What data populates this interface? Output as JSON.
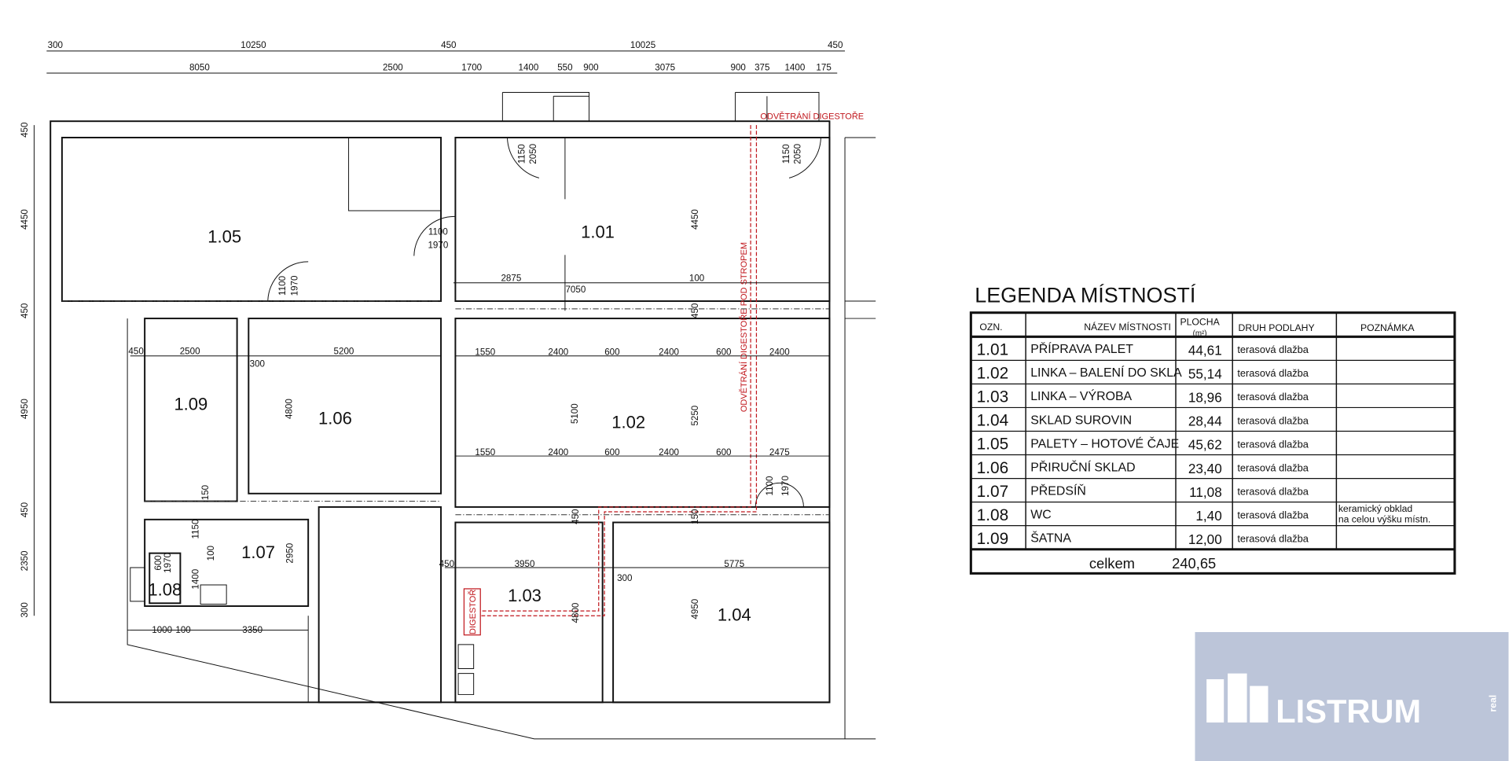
{
  "plan": {
    "rooms": [
      "1.01",
      "1.02",
      "1.03",
      "1.04",
      "1.05",
      "1.06",
      "1.07",
      "1.08",
      "1.09"
    ],
    "dimensions": [
      "300",
      "10250",
      "450",
      "10025",
      "450",
      "8050",
      "2500",
      "1700",
      "1400",
      "550",
      "900",
      "3075",
      "900",
      "375",
      "1400",
      "175",
      "450",
      "4450",
      "450",
      "4950",
      "450",
      "2350",
      "300",
      "1150",
      "2050",
      "1150",
      "2050",
      "1100",
      "1970",
      "1100",
      "1970",
      "4450",
      "2875",
      "7050",
      "100",
      "450",
      "450",
      "2500",
      "300",
      "5200",
      "1550",
      "2400",
      "600",
      "2400",
      "600",
      "2400",
      "4800",
      "5100",
      "5250",
      "1550",
      "2400",
      "600",
      "2400",
      "600",
      "2475",
      "150",
      "1150",
      "100",
      "600",
      "1970",
      "1400",
      "2950",
      "450",
      "150",
      "1100",
      "1970",
      "450",
      "3950",
      "300",
      "5775",
      "4800",
      "4950",
      "1000",
      "100",
      "3350"
    ],
    "annotations": {
      "vent_top": "ODVĚTRÁNÍ DIGESTOŘE",
      "vent_ceiling": "ODVĚTRÁNÍ DIGESTOŘE POD STROPEM",
      "hood": "DIGESTOŘ"
    }
  },
  "legend": {
    "title": "LEGENDA MÍSTNOSTÍ",
    "headers": {
      "code": "OZN.",
      "name": "NÁZEV MÍSTNOSTI",
      "area": "PLOCHA",
      "area_unit": "(m²)",
      "floor": "DRUH PODLAHY",
      "note": "POZNÁMKA"
    },
    "rows": [
      {
        "code": "1.01",
        "name": "PŘÍPRAVA PALET",
        "area": "44,61",
        "floor": "terasová   dlažba",
        "note": ""
      },
      {
        "code": "1.02",
        "name": "LINKA – BALENÍ DO SKLA",
        "area": "55,14",
        "floor": "terasová   dlažba",
        "note": ""
      },
      {
        "code": "1.03",
        "name": "LINKA – VÝROBA",
        "area": "18,96",
        "floor": "terasová   dlažba",
        "note": ""
      },
      {
        "code": "1.04",
        "name": "SKLAD SUROVIN",
        "area": "28,44",
        "floor": "terasová   dlažba",
        "note": ""
      },
      {
        "code": "1.05",
        "name": "PALETY – HOTOVÉ ČAJE",
        "area": "45,62",
        "floor": "terasová   dlažba",
        "note": ""
      },
      {
        "code": "1.06",
        "name": "PŘIRUČNÍ SKLAD",
        "area": "23,40",
        "floor": "terasová   dlažba",
        "note": ""
      },
      {
        "code": "1.07",
        "name": "PŘEDSÍŇ",
        "area": "11,08",
        "floor": "terasová   dlažba",
        "note": ""
      },
      {
        "code": "1.08",
        "name": "WC",
        "area": "1,40",
        "floor": "terasová   dlažba",
        "note": "keramický obklad",
        "note2": "na celou výšku místn."
      },
      {
        "code": "1.09",
        "name": "ŠATNA",
        "area": "12,00",
        "floor": "terasová   dlažba",
        "note": ""
      }
    ],
    "total_label": "celkem",
    "total_value": "240,65"
  },
  "logo": {
    "text": "LISTRUM",
    "sub": "real",
    "bg": "#bcc5d9"
  }
}
